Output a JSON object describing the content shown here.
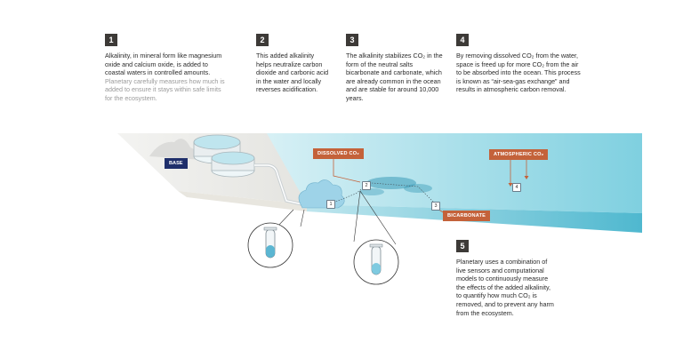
{
  "steps": [
    {
      "num": "1",
      "text": "Alkalinity, in mineral form like magnesium oxide and calcium oxide, is added to coastal waters in controlled amounts.",
      "muted": "Planetary carefully measures how much is added to ensure it stays within safe limits for the ecosystem."
    },
    {
      "num": "2",
      "text": "This added alkalinity helps neutralize carbon dioxide and carbonic acid in the water and locally reverses acidification."
    },
    {
      "num": "3",
      "text": "The alkalinity stabilizes CO₂ in the form of the neutral salts bicarbonate and carbonate, which are already common in the ocean and are stable for around 10,000 years."
    },
    {
      "num": "4",
      "text": "By removing dissolved CO₂ from the water, space is freed up for more CO₂ from the air to be absorbed into the ocean. This process is known as “air-sea-gas exchange” and results in atmospheric carbon removal."
    },
    {
      "num": "5",
      "text": "Planetary uses a combination of live sensors and computational models to continuously measure the effects of the added alkalinity, to quantify how much CO₂ is removed, and to prevent any harm from the ecosystem."
    }
  ],
  "labels": {
    "base": "BASE",
    "dissolved": "DISSOLVED CO₂",
    "atmospheric": "ATMOSPHERIC CO₂",
    "bicarbonate": "BICARBONATE"
  },
  "markers": [
    "1",
    "2",
    "3",
    "4"
  ],
  "colors": {
    "accent": "#c4623a",
    "base": "#1f2f6b",
    "water": "#5fc3d6",
    "numbox": "#3d3a37"
  }
}
